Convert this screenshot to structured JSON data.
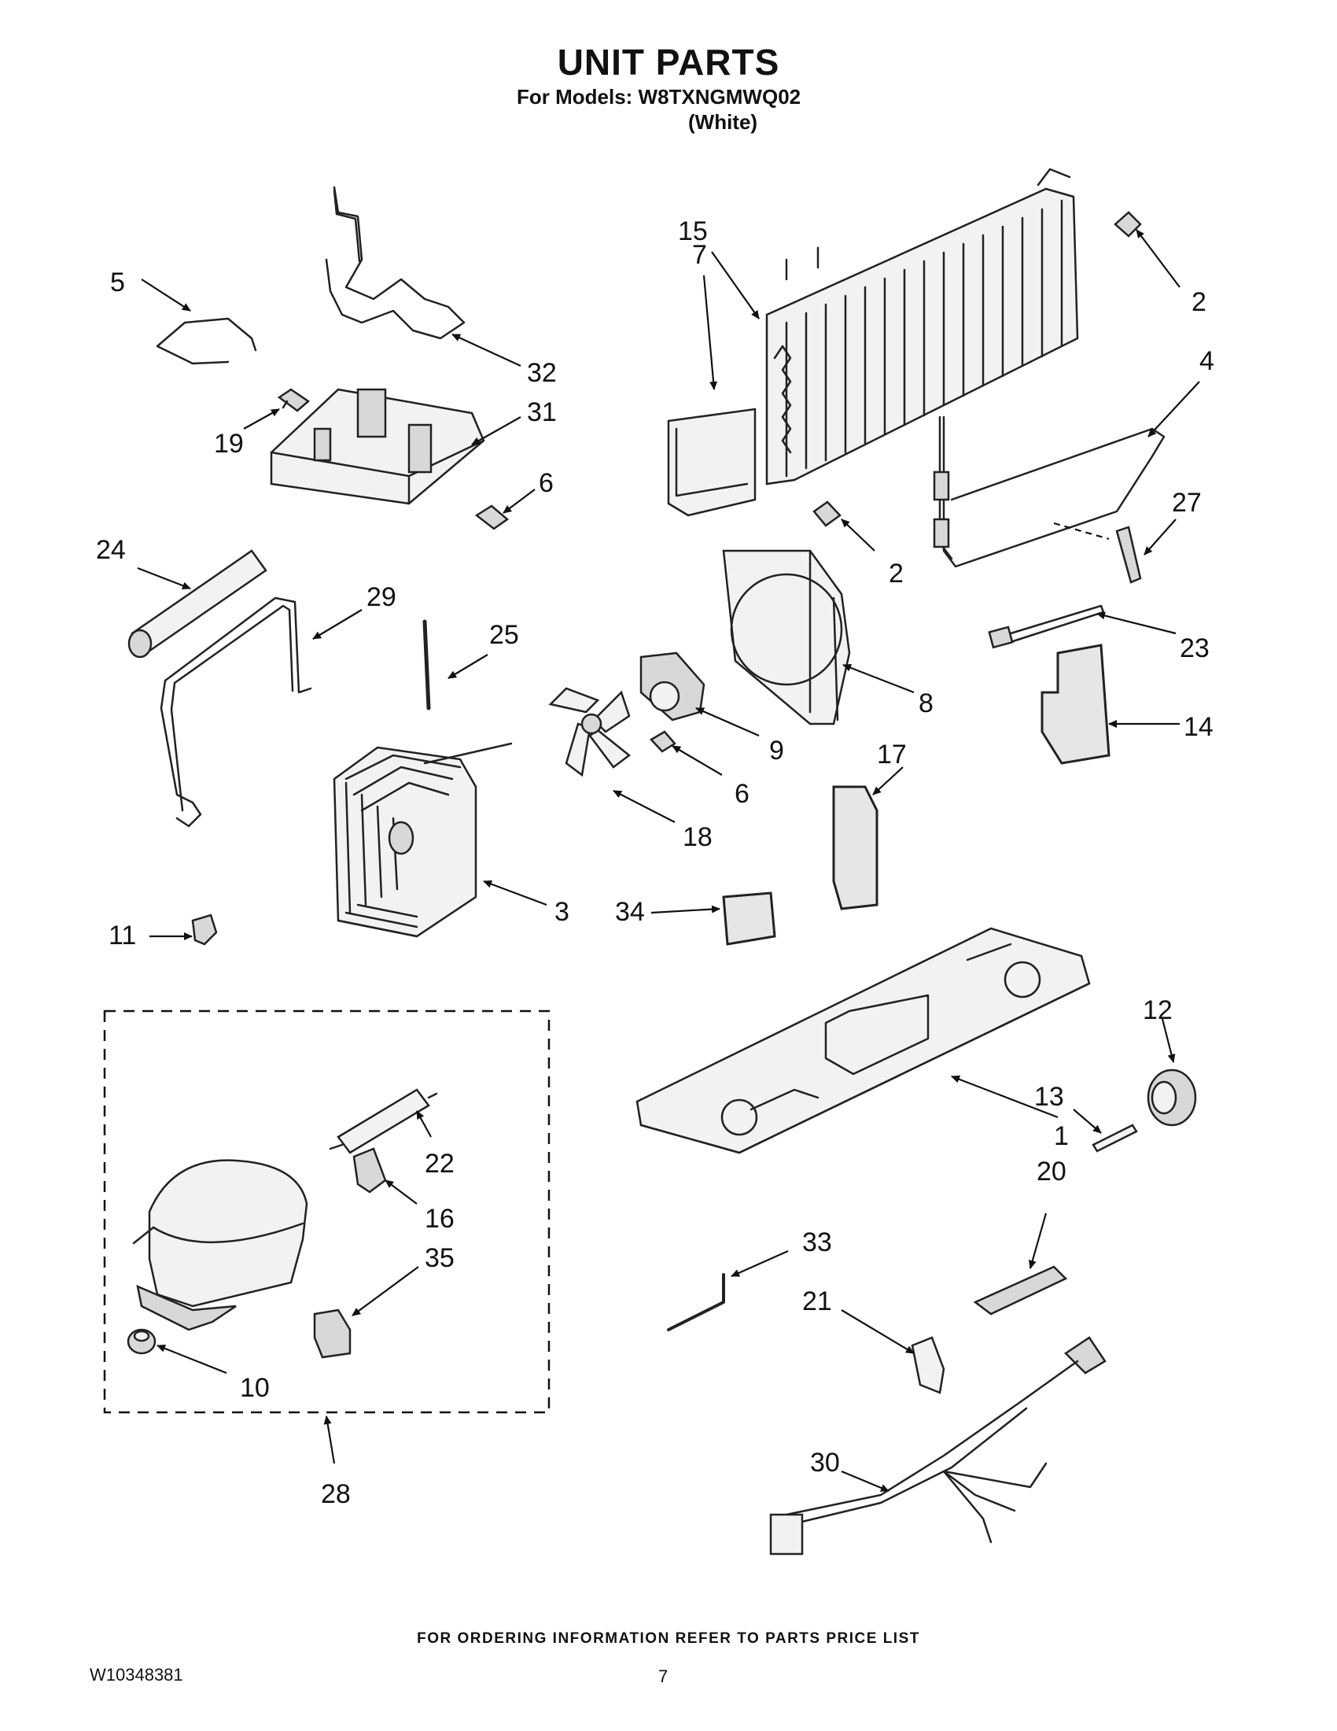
{
  "header": {
    "title": "UNIT PARTS",
    "models_line": "For Models: W8TXNGMWQ02",
    "color_line": "(White)"
  },
  "callouts": [
    {
      "id": "c1",
      "label": "1",
      "part": "base-pan"
    },
    {
      "id": "c2a",
      "label": "2",
      "part": "screw"
    },
    {
      "id": "c2b",
      "label": "2",
      "part": "screw"
    },
    {
      "id": "c3",
      "label": "3",
      "part": "condenser-coil"
    },
    {
      "id": "c4",
      "label": "4",
      "part": "defrost-heater"
    },
    {
      "id": "c5",
      "label": "5",
      "part": "clip"
    },
    {
      "id": "c6a",
      "label": "6",
      "part": "screw"
    },
    {
      "id": "c6b",
      "label": "6",
      "part": "screw"
    },
    {
      "id": "c7",
      "label": "7",
      "part": "evaporator-bracket"
    },
    {
      "id": "c8",
      "label": "8",
      "part": "fan-shroud"
    },
    {
      "id": "c9",
      "label": "9",
      "part": "fan-motor"
    },
    {
      "id": "c10",
      "label": "10",
      "part": "grommet"
    },
    {
      "id": "c11",
      "label": "11",
      "part": "clip"
    },
    {
      "id": "c12",
      "label": "12",
      "part": "roller"
    },
    {
      "id": "c13",
      "label": "13",
      "part": "axle"
    },
    {
      "id": "c14",
      "label": "14",
      "part": "foam-block"
    },
    {
      "id": "c15",
      "label": "15",
      "part": "evaporator"
    },
    {
      "id": "c16",
      "label": "16",
      "part": "relay"
    },
    {
      "id": "c17",
      "label": "17",
      "part": "foam-block"
    },
    {
      "id": "c18",
      "label": "18",
      "part": "fan-blade"
    },
    {
      "id": "c19",
      "label": "19",
      "part": "screw"
    },
    {
      "id": "c20",
      "label": "20",
      "part": "label"
    },
    {
      "id": "c21",
      "label": "21",
      "part": "clamp"
    },
    {
      "id": "c22",
      "label": "22",
      "part": "drier"
    },
    {
      "id": "c23",
      "label": "23",
      "part": "tie-wrap"
    },
    {
      "id": "c24",
      "label": "24",
      "part": "insulation-tube"
    },
    {
      "id": "c25",
      "label": "25",
      "part": "tube"
    },
    {
      "id": "c26",
      "label": "27",
      "part": "thermostat"
    },
    {
      "id": "c27",
      "label": "28",
      "part": "compressor-kit"
    },
    {
      "id": "c28",
      "label": "29",
      "part": "tube"
    },
    {
      "id": "c29",
      "label": "30",
      "part": "wire-harness"
    },
    {
      "id": "c30",
      "label": "31",
      "part": "cover"
    },
    {
      "id": "c31",
      "label": "32",
      "part": "heater-wire"
    },
    {
      "id": "c32",
      "label": "33",
      "part": "tube"
    },
    {
      "id": "c33",
      "label": "34",
      "part": "foam-pad"
    },
    {
      "id": "c34",
      "label": "35",
      "part": "capacitor"
    }
  ],
  "footer": {
    "ordering_note": "FOR ORDERING INFORMATION REFER TO PARTS PRICE LIST",
    "doc_number": "W10348381",
    "page_number": "7"
  },
  "colors": {
    "ink": "#111111",
    "paper": "#ffffff"
  }
}
